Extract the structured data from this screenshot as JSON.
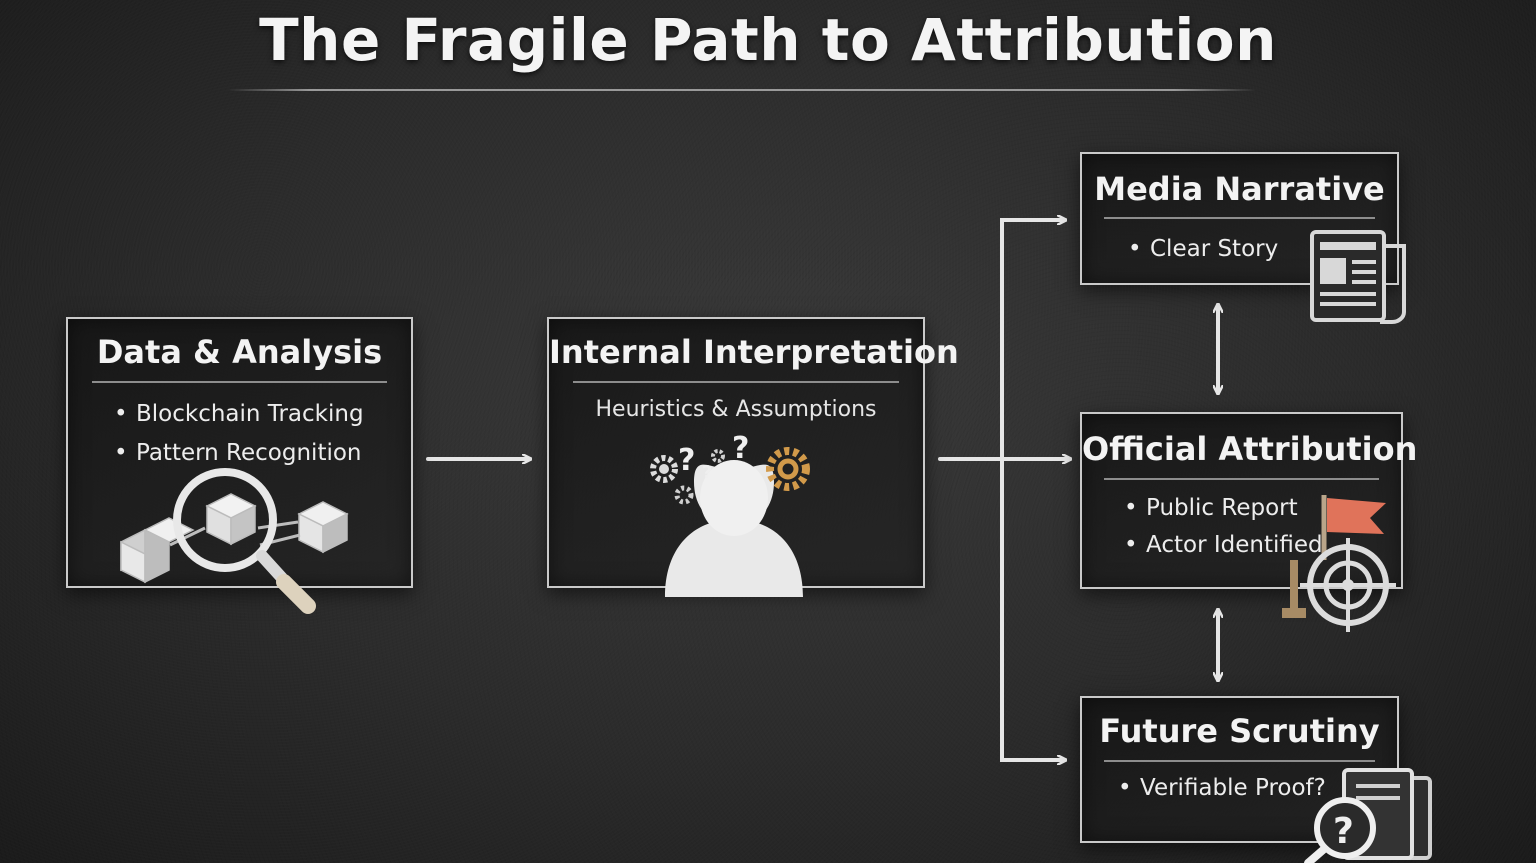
{
  "title": "The Fragile Path to Attribution",
  "nodes": {
    "data_analysis": {
      "title": "Data & Analysis",
      "bullets": [
        "Blockchain Tracking",
        "Pattern Recognition"
      ]
    },
    "internal_interpretation": {
      "title": "Internal Interpretation",
      "subtitle": "Heuristics & Assumptions",
      "marks": [
        "?",
        "?",
        "?"
      ]
    },
    "media_narrative": {
      "title": "Media Narrative",
      "bullets": [
        "Clear Story"
      ]
    },
    "official_attribution": {
      "title": "Official Attribution",
      "bullets": [
        "Public Report",
        "Actor Identified"
      ]
    },
    "future_scrutiny": {
      "title": "Future Scrutiny",
      "bullets": [
        "Verifiable Proof?"
      ],
      "mark": "?"
    }
  },
  "icons": {
    "data_analysis": "magnifier-with-blocks-icon",
    "internal_interpretation": "person-with-gears-icon",
    "media_narrative": "newspaper-icon",
    "official_attribution": "flag-and-target-icon",
    "future_scrutiny": "documents-question-icon"
  },
  "colors": {
    "background": "#2b2b2b",
    "text": "#f2f2f2",
    "border": "#c9c9c9",
    "accent_gear": "#d29a4a",
    "accent_flag": "#e0735a"
  }
}
